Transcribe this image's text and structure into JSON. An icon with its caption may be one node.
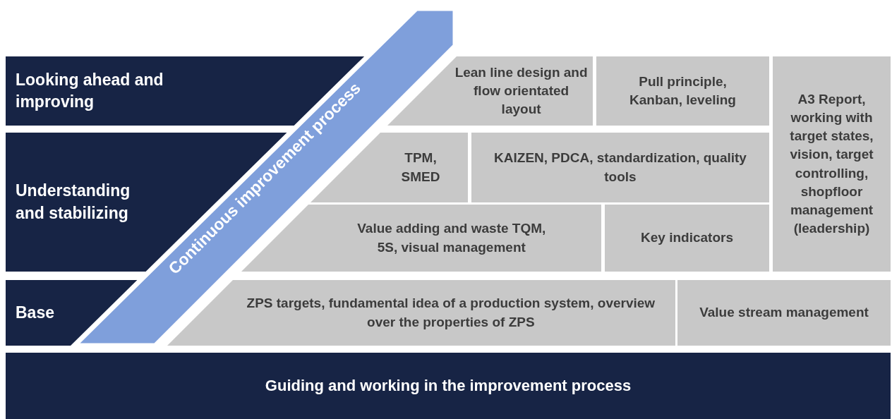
{
  "diagram": {
    "nodes": [
      {
        "text": [
          "Looking ahead and improving"
        ]
      },
      {
        "text": [
          "Understanding and stabilizing"
        ]
      },
      {
        "text": [
          "Base"
        ]
      },
      {
        "text": [
          "Continuous improvement process"
        ]
      },
      {
        "text": [
          "Lean line design and flow orientated layout"
        ]
      },
      {
        "text": [
          "Pull principle, Kanban, leveling"
        ]
      },
      {
        "text": [
          "A3 Report, working with target states, vision, target controlling, shopfloor management (leadership)"
        ]
      },
      {
        "text": [
          "TPM, SMED"
        ]
      },
      {
        "text": [
          "KAIZEN, PDCA, standardization, quality tools"
        ]
      },
      {
        "text": [
          "Value adding and waste TQM, 5S, visual management"
        ]
      },
      {
        "text": [
          "Key indicators"
        ]
      },
      {
        "text": [
          "ZPS targets, fundamental idea of a production system, overview over the properties of ZPS"
        ]
      },
      {
        "text": [
          "Value stream management"
        ]
      },
      {
        "text": [
          "Guiding and working in the improvement process"
        ]
      }
    ]
  }
}
